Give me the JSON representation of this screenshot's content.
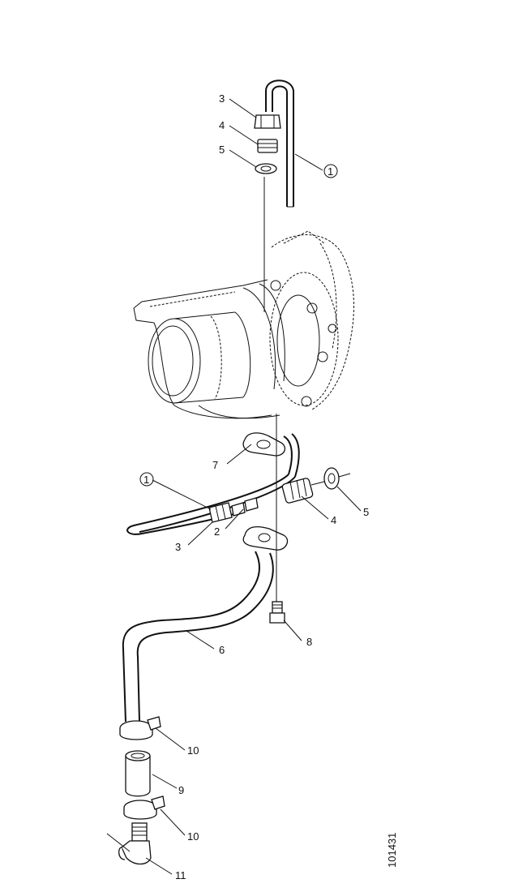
{
  "labels": {
    "callout_1": "1",
    "callout_2": "2",
    "callout_3": "3",
    "callout_4": "4",
    "callout_5": "5",
    "callout_6": "6",
    "callout_7": "7",
    "callout_8": "8",
    "callout_9": "9",
    "callout_10": "10",
    "callout_11": "11"
  },
  "drawing_number": "101431"
}
